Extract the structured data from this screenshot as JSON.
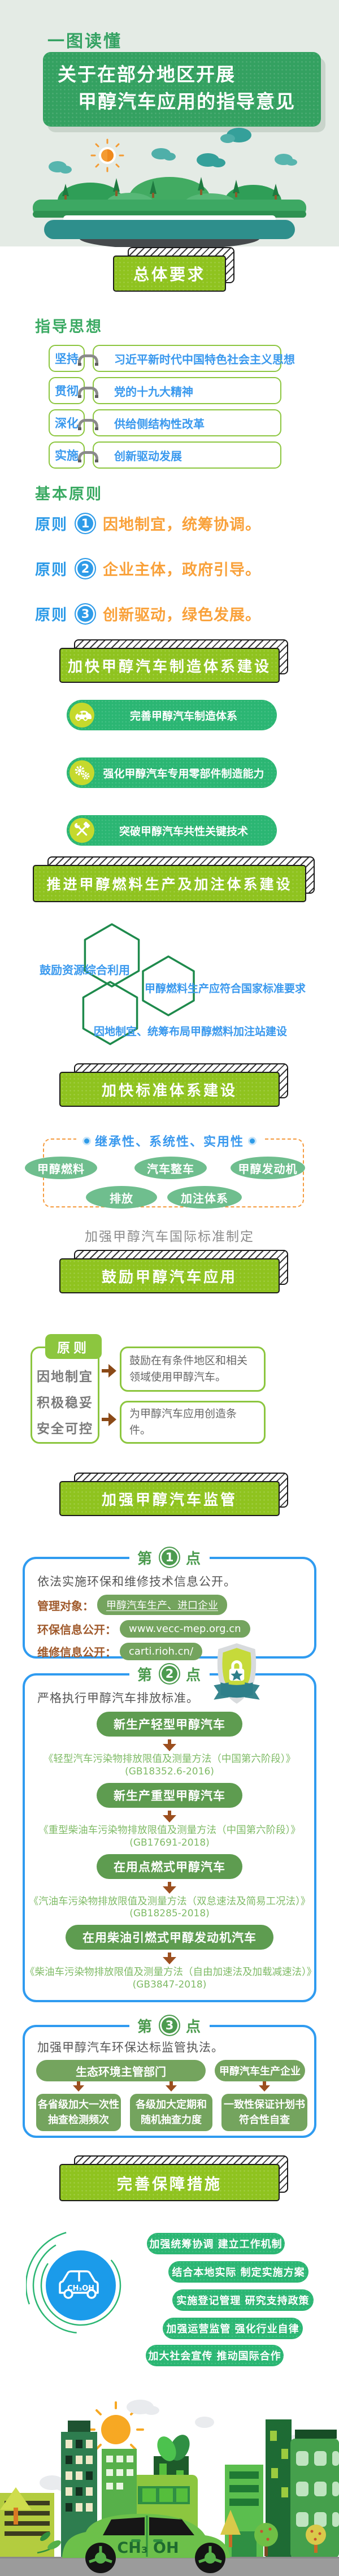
{
  "header": {
    "tagline": "一图读懂",
    "title_line1": "关于在部分地区开展",
    "title_line2": "甲醇汽车应用的指导意见"
  },
  "banners": {
    "overall": "总体要求",
    "manufacture": "加快甲醇汽车制造体系建设",
    "fuel": "推进甲醇燃料生产及加注体系建设",
    "standards": "加快标准体系建设",
    "apply": "鼓励甲醇汽车应用",
    "supervise": "加强甲醇汽车监管",
    "safeguard": "完善保障措施"
  },
  "guiding": {
    "heading": "指导思想",
    "rows": [
      {
        "verb": "坚持",
        "text": "习近平新时代中国特色社会主义思想"
      },
      {
        "verb": "贯彻",
        "text": "党的十九大精神"
      },
      {
        "verb": "深化",
        "text": "供给侧结构性改革"
      },
      {
        "verb": "实施",
        "text": "创新驱动发展"
      }
    ]
  },
  "principles": {
    "heading": "基本原则",
    "items": [
      {
        "label": "原则",
        "num": "1",
        "text": "因地制宜，统筹协调。"
      },
      {
        "label": "原则",
        "num": "2",
        "text": "企业主体，政府引导。"
      },
      {
        "label": "原则",
        "num": "3",
        "text": "创新驱动，绿色发展。"
      }
    ]
  },
  "manufacture": {
    "items": [
      {
        "icon": "car-icon",
        "text": "完善甲醇汽车制造体系"
      },
      {
        "icon": "gears-icon",
        "text": "强化甲醇汽车专用零部件制造能力"
      },
      {
        "icon": "tools-icon",
        "text": "突破甲醇汽车共性关键技术"
      }
    ]
  },
  "fuel": {
    "hex_items": [
      "鼓励资源综合利用",
      "甲醇燃料生产应符合国家标准要求",
      "因地制宜、统筹布局甲醇燃料加注站建设"
    ]
  },
  "standards": {
    "box_title": "继承性、系统性、实用性",
    "tags": [
      "甲醇燃料",
      "汽车整车",
      "甲醇发动机",
      "排放",
      "加注体系"
    ],
    "note": "加强甲醇汽车国际标准制定"
  },
  "apply": {
    "tab": "原则",
    "principle_lines": [
      "因地制宜",
      "积极稳妥",
      "安全可控"
    ],
    "boxes": [
      "鼓励在有条件地区和相关领域使用甲醇汽车。",
      "为甲醇汽车应用创造条件。"
    ]
  },
  "supervise": {
    "point_label": {
      "prefix": "第",
      "suffix": "点"
    },
    "points": [
      {
        "num": "1",
        "intro": "依法实施环保和维修技术信息公开。",
        "rows": [
          {
            "label": "管理对象：",
            "value": "甲醇汽车生产、进口企业"
          },
          {
            "label": "环保信息公开：",
            "value": "www.vecc-mep.org.cn"
          },
          {
            "label": "维修信息公开：",
            "value": "carti.rioh.cn/"
          }
        ]
      },
      {
        "num": "2",
        "intro": "严格执行甲醇汽车排放标准。",
        "flow": [
          {
            "pill": "新生产轻型甲醇汽车",
            "std": "《轻型汽车污染物排放限值及测量方法（中国第六阶段）》",
            "code": "(GB18352.6-2016)"
          },
          {
            "pill": "新生产重型甲醇汽车",
            "std": "《重型柴油车污染物排放限值及测量方法（中国第六阶段）》",
            "code": "(GB17691-2018)"
          },
          {
            "pill": "在用点燃式甲醇汽车",
            "std": "《汽油车污染物排放限值及测量方法（双怠速法及简易工况法）》",
            "code": "(GB18285-2018)"
          },
          {
            "pill": "在用柴油引燃式甲醇发动机汽车",
            "std": "《柴油车污染物排放限值及测量方法（自由加速法及加载减速法）》",
            "code": "(GB3847-2018)"
          }
        ]
      },
      {
        "num": "3",
        "intro": "加强甲醇汽车环保达标监管执法。",
        "actors": [
          "生态环境主管部门",
          "甲醇汽车生产企业"
        ],
        "actions": [
          {
            "line1": "各省级加大一次性",
            "line2": "抽查检测频次"
          },
          {
            "line1": "各级加大定期和",
            "line2": "随机抽查力度"
          },
          {
            "line1": "一致性保证计划书",
            "line2": "符合性自查"
          }
        ]
      }
    ]
  },
  "safeguard": {
    "car_label": "CH₃OH",
    "measures": [
      "加强统筹协调 建立工作机制",
      "结合本地实际 制定实施方案",
      "实施登记管理 研究支持政策",
      "加强运营监管 强化行业自律",
      "加大社会宣传 推动国际合作"
    ]
  },
  "footer": {
    "car_text": "CH₃ OH"
  }
}
